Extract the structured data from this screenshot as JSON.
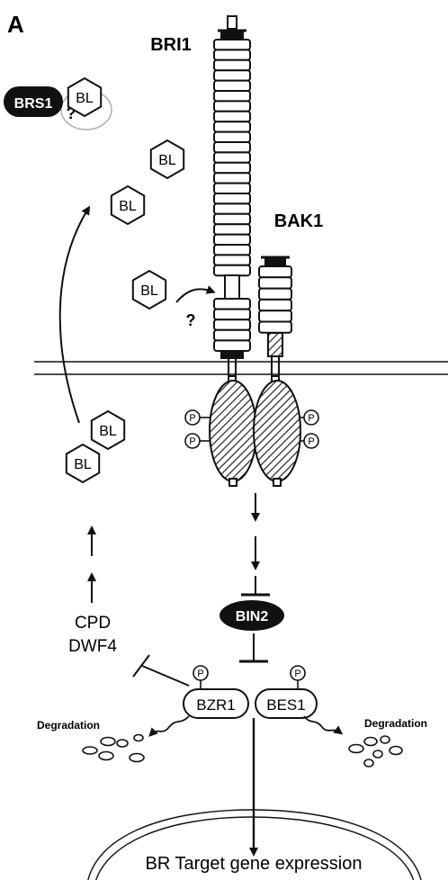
{
  "panel_label": "A",
  "receptors": {
    "bri1": "BRI1",
    "bak1": "BAK1"
  },
  "brs1": "BRS1",
  "ligand": "BL",
  "unknown_marks": [
    "?",
    "?"
  ],
  "phospho": "P",
  "biosynthesis_genes": [
    "CPD",
    "DWF4"
  ],
  "kinase": "BIN2",
  "transcription_factors": {
    "bzr1": "BZR1",
    "bes1": "BES1"
  },
  "degradation_left": "Degradation",
  "degradation_right": "Degradation",
  "output": "BR Target gene expression",
  "colors": {
    "ink": "#111111",
    "background": "#ffffff",
    "hatch": "#222222"
  }
}
